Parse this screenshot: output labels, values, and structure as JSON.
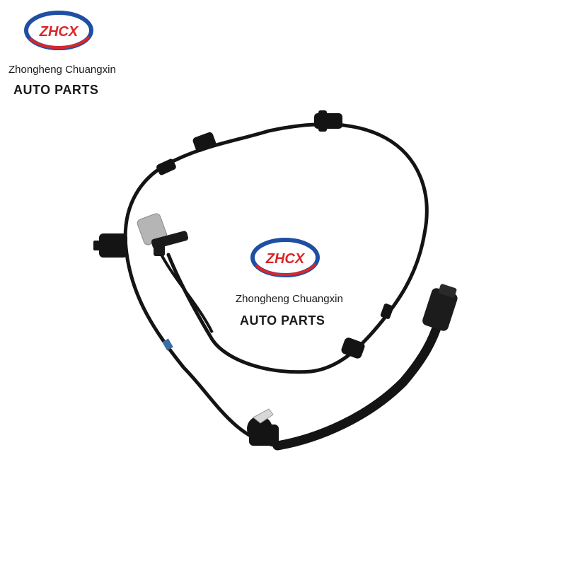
{
  "watermark_top_left": {
    "logo_text": "ZHCX",
    "company_name": "Zhongheng Chuangxin",
    "tagline": "AUTO PARTS"
  },
  "watermark_center": {
    "logo_text": "ZHCX",
    "company_name": "Zhongheng Chuangxin",
    "tagline": "AUTO PARTS"
  },
  "product": {
    "icon": "abs-wheel-speed-sensor-cable",
    "colors": {
      "cable": "#141414",
      "sensor_body": "#b5b5b5",
      "logo_blue": "#1f4fa3",
      "logo_red": "#d9262b"
    }
  }
}
